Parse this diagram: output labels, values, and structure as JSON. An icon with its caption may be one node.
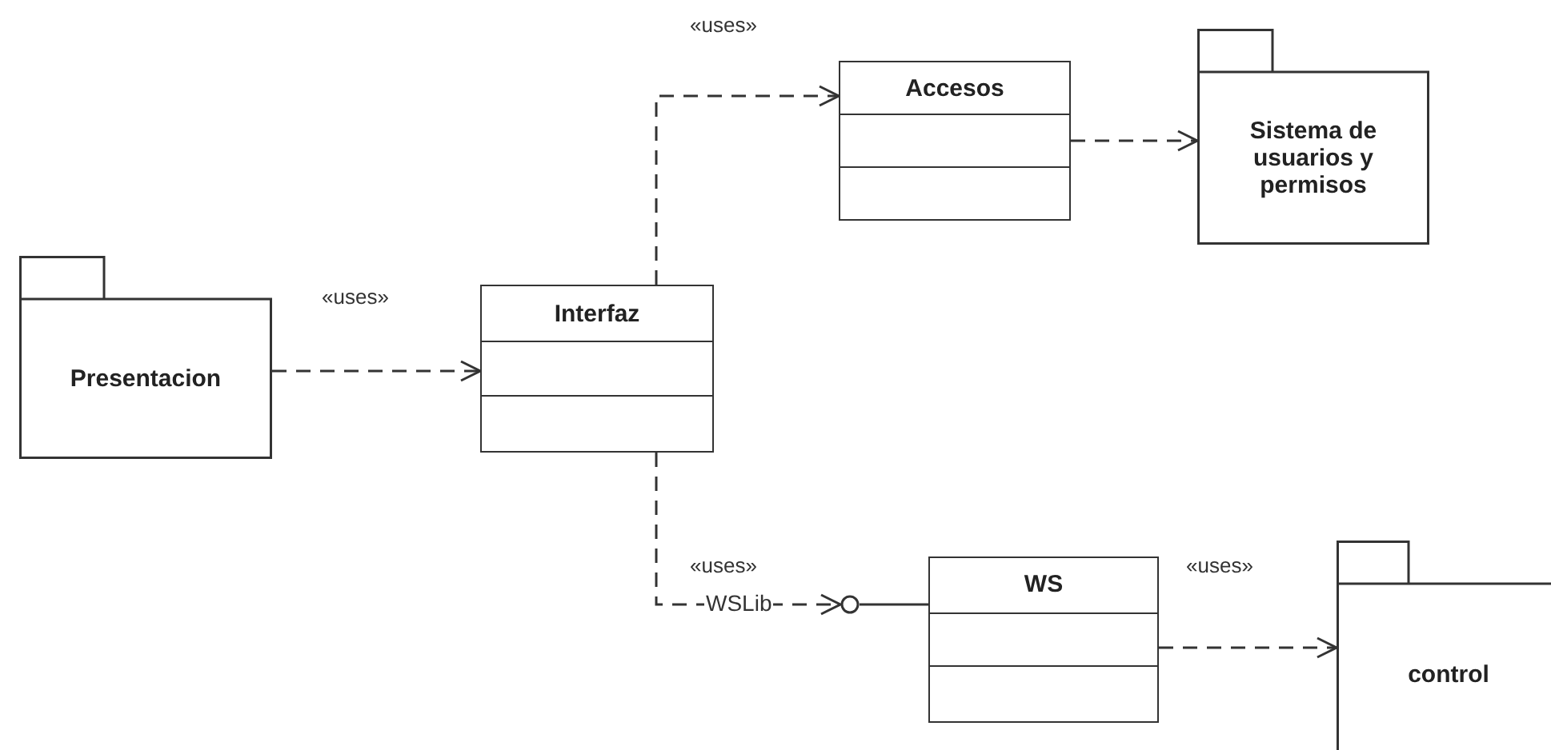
{
  "diagram": {
    "nodes": [
      {
        "text": [
          "Presentacion"
        ]
      },
      {
        "text": [
          "Interfaz"
        ]
      },
      {
        "text": [
          "Accesos"
        ]
      },
      {
        "text": [
          "Sistema de usuarios y permisos"
        ]
      },
      {
        "text": [
          "WS"
        ]
      },
      {
        "text": [
          "control"
        ]
      },
      {
        "text": [],
        "shape": "circle",
        "beside": [
          "WSLib"
        ]
      }
    ],
    "edges": [
      {
        "from": 0,
        "to": 1,
        "arrow": "to",
        "style": "dashed",
        "label": "«uses»"
      },
      {
        "from": 1,
        "to": 2,
        "arrow": "to",
        "style": "dashed",
        "label": "«uses»"
      },
      {
        "from": 2,
        "to": 3,
        "arrow": "to",
        "style": "dashed"
      },
      {
        "from": 1,
        "to": 6,
        "arrow": "to",
        "style": "dashed",
        "label": "«uses»"
      },
      {
        "from": 4,
        "to": 6,
        "arrow": "none"
      },
      {
        "from": 4,
        "to": 5,
        "arrow": "to",
        "style": "dashed",
        "label": "«uses»"
      }
    ]
  }
}
